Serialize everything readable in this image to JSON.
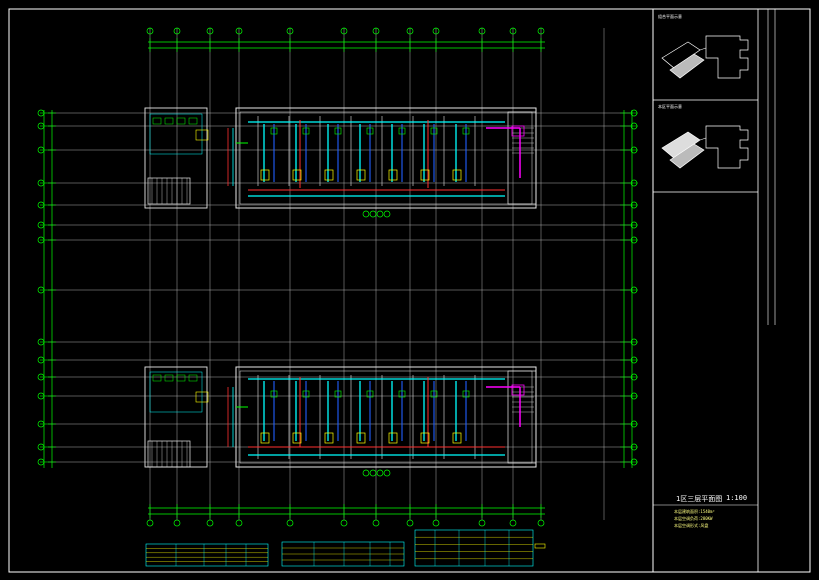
{
  "drawing": {
    "title": "1区三层平面图",
    "scale": "1:100",
    "notes": [
      "本层建筑面积:1540m²",
      "本层空调负荷:280KW",
      "本层空调形式:风盘"
    ],
    "key_plans": [
      {
        "label": "组合平面示意"
      },
      {
        "label": "本区平面示意"
      }
    ]
  },
  "colors": {
    "background": "#000000",
    "grid": "#bfbfbf",
    "dimension": "#00ff00",
    "wall": "#e8e8e8",
    "supply_pipe": "#00ffff",
    "return_pipe": "#ff3030",
    "drain": "#ff00ff",
    "duct": "#2060ff",
    "fixture": "#ffff00",
    "frame": "#ffffff"
  },
  "legend_tables": [
    {
      "name": "table-1",
      "rows": 4
    },
    {
      "name": "table-2",
      "rows": 3
    },
    {
      "name": "table-3",
      "rows": 4
    }
  ]
}
